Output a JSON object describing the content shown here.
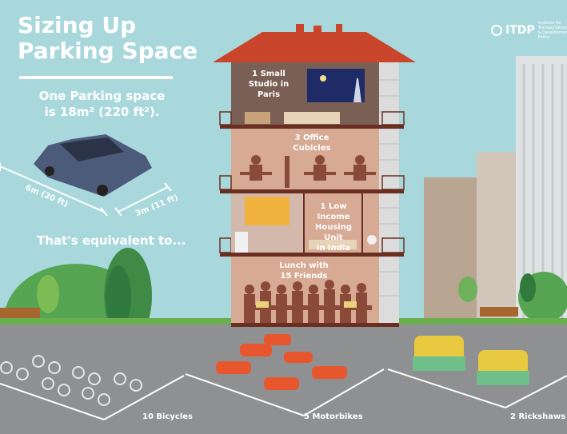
{
  "title_line1": "Sizing Up",
  "title_line2": "Parking Space",
  "subtitle_line1": "One Parking space",
  "subtitle_line2": "is 18m² (220 ft²).",
  "dim_length": "6m (20 ft)",
  "dim_width": "3m (11 ft)",
  "equivalent": "That's equivalent to...",
  "logo": {
    "name": "ITDP",
    "tagline": "Institute for Transportation & Development Policy"
  },
  "rooms": {
    "studio": [
      "1 Small",
      "Studio in",
      "Paris"
    ],
    "office": [
      "3 Office",
      "Cubicles"
    ],
    "housing": [
      "1 Low Income",
      "Housing Unit",
      "in India"
    ],
    "lunch": [
      "Lunch with",
      "15 Friends"
    ]
  },
  "bottom": {
    "bicycles": "10 Bicycles",
    "motorbikes": "5 Motorbikes",
    "rickshaws": "2 Rickshaws"
  },
  "colors": {
    "sky": "#a9d8dc",
    "road": "#8f9092",
    "roof": "#c9452b",
    "building": "#d7aa94",
    "floor_dark": "#b4735c",
    "silhouette": "#8a4a3a",
    "car": "#4c5b7a",
    "motorbike": "#e8562e",
    "rickshaw": "#e9c93f"
  }
}
